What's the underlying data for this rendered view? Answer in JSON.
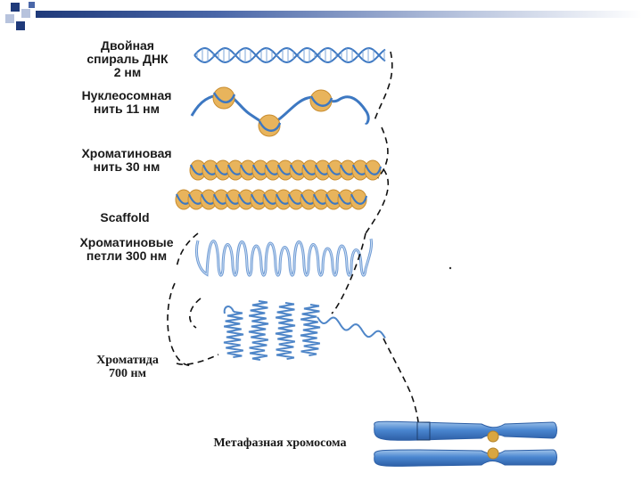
{
  "labels": {
    "dna": [
      "Двойная",
      "спираль ДНК",
      "2 нм"
    ],
    "nucleosome": [
      "Нуклеосомная",
      "нить 11 нм"
    ],
    "chromatin30": [
      "Хроматиновая",
      "нить 30 нм"
    ],
    "scaffold": "Scaffold",
    "loops": [
      "Хроматиновые",
      "петли 300 нм"
    ],
    "chromatid": [
      "Хроматида",
      "700 нм"
    ],
    "metaphase": "Метафазная хромосома"
  },
  "colors": {
    "dna": "#3d78c2",
    "bead": "#e8b45c",
    "bead_shade": "#c98d2f",
    "chromosome": "#4a86d0",
    "centromere": "#d9a640",
    "banner_dark": "#1f3a7a"
  }
}
